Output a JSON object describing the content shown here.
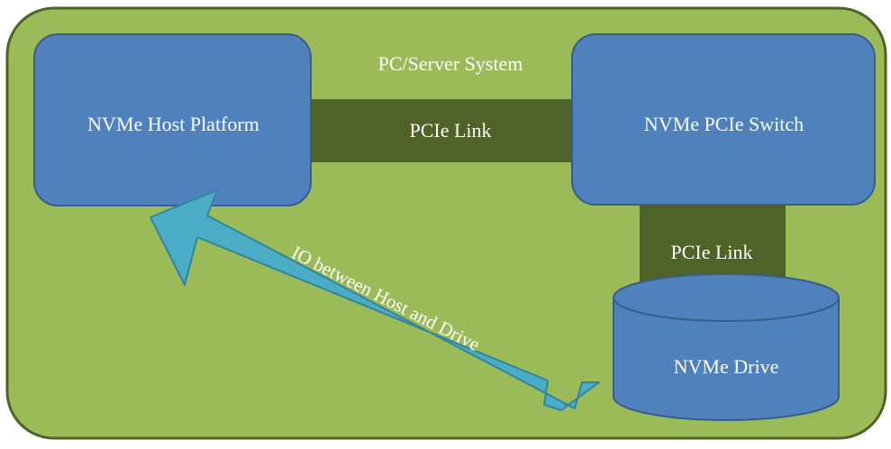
{
  "diagram": {
    "container_label": "PC/Server System",
    "host_label": "NVMe Host Platform",
    "switch_label": "NVMe PCIe Switch",
    "drive_label": "NVMe Drive",
    "link_host_switch_label": "PCIe Link",
    "link_switch_drive_label": "PCIe Link",
    "io_arrow_label": "IO between Host and Drive"
  },
  "colors": {
    "container_fill": "#9BBB59",
    "container_stroke": "#4F6228",
    "node_fill": "#4F81BD",
    "node_stroke": "#385D8A",
    "link_fill": "#4F6228",
    "arrow_fill": "#4BACC6",
    "arrow_stroke": "#31859C",
    "text": "#FFFFFF"
  },
  "icons": {
    "drive": "cylinder-icon"
  }
}
